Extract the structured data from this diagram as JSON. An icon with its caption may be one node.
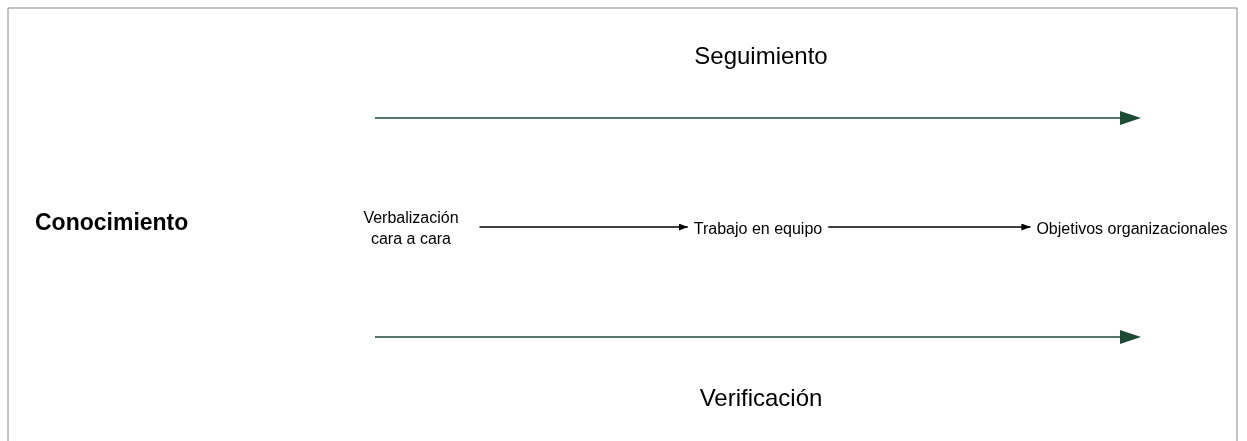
{
  "diagram": {
    "nodes": [
      {
        "text": [
          "Verbalización cara a cara"
        ]
      },
      {
        "text": [
          "Trabajo en equipo"
        ]
      },
      {
        "text": [
          "Objetivos organizacionales"
        ]
      }
    ],
    "edges": [
      {
        "from": 0,
        "to": 1,
        "arrow": "to"
      },
      {
        "from": 1,
        "to": 2,
        "arrow": "to"
      }
    ],
    "labels": [
      "Seguimiento",
      "Conocimiento",
      "Verificación"
    ]
  }
}
